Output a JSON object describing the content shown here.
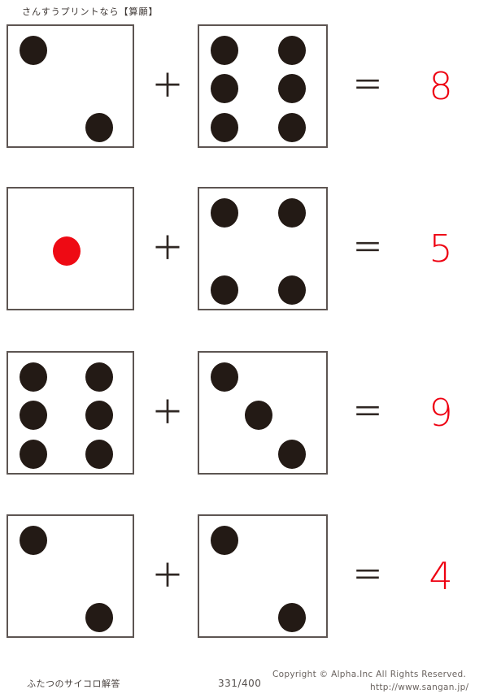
{
  "header": {
    "title": "さんすうプリントなら【算願】"
  },
  "worksheet": {
    "operator_plus": "＋",
    "operator_equals": "＝",
    "rows": [
      {
        "id": "row-1",
        "left_die": {
          "value": 2,
          "pips": [
            "p-tl",
            "p-br"
          ],
          "pip_color": "#231a15"
        },
        "right_die": {
          "value": 6,
          "pips": [
            "p-tl",
            "p-tr",
            "p-ml",
            "p-mr",
            "p-bl",
            "p-br"
          ],
          "pip_color": "#231a15"
        },
        "answer": "8"
      },
      {
        "id": "row-2",
        "left_die": {
          "value": 1,
          "pips": [
            "p-mc"
          ],
          "pip_color": "#ee0a14"
        },
        "right_die": {
          "value": 4,
          "pips": [
            "p-tl",
            "p-tr",
            "p-bl",
            "p-br"
          ],
          "pip_color": "#231a15"
        },
        "answer": "5"
      },
      {
        "id": "row-3",
        "left_die": {
          "value": 6,
          "pips": [
            "p-tl",
            "p-tr",
            "p-ml",
            "p-mr",
            "p-bl",
            "p-br"
          ],
          "pip_color": "#231a15"
        },
        "right_die": {
          "value": 3,
          "pips": [
            "p-tl",
            "p-mc",
            "p-br"
          ],
          "pip_color": "#231a15"
        },
        "answer": "9"
      },
      {
        "id": "row-4",
        "left_die": {
          "value": 2,
          "pips": [
            "p-tl",
            "p-br"
          ],
          "pip_color": "#231a15"
        },
        "right_die": {
          "value": 2,
          "pips": [
            "p-tl",
            "p-br"
          ],
          "pip_color": "#231a15"
        },
        "answer": "4"
      }
    ]
  },
  "footer": {
    "sheet_title": "ふたつのサイコロ解答",
    "page": "331/400",
    "copyright": "Copyright ©  Alpha.Inc All Rights Reserved.",
    "url": "http://www.sangan.jp/"
  },
  "colors": {
    "pip_black": "#231a15",
    "pip_red": "#ee0a14",
    "answer_red": "#ee0011",
    "die_border": "#5d5552",
    "text": "#3a3330"
  },
  "row_tops": [
    30,
    230,
    432,
    633
  ]
}
